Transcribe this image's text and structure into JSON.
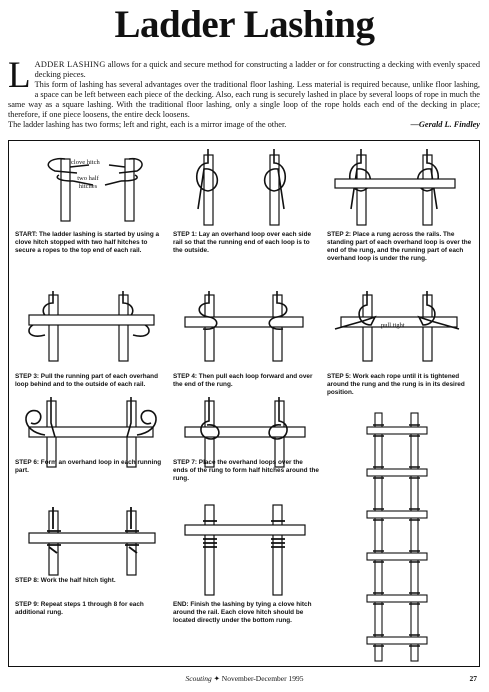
{
  "title": "Ladder Lashing",
  "intro": {
    "dropcap": "L",
    "lead_term": "ADDER LASHING",
    "p1_rest": " allows for a quick and secure method for constructing a ladder or for constructing a decking with evenly spaced decking pieces.",
    "p2": "This form of lashing has several advantages over the traditional floor lashing. Less material is required because, unlike floor lashing, a space can be left between each piece of the decking. Also, each rung is securely lashed in place by several loops of rope in much the same way as a square lashing. With the traditional floor lashing, only a single loop of the rope holds each end of the decking in place; therefore, if one piece loosens, the entire deck loosens.",
    "p3": "The ladder lashing has two forms; left and right, each is a mirror image of the other.",
    "byline": "—Gerald L. Findley"
  },
  "labels": {
    "clove_hitch": "clove hitch",
    "two_half_hitches": "two half hitches",
    "pull_tight": "pull tight"
  },
  "steps": {
    "start": "START: The ladder lashing is started by using a clove hitch stopped with two half hitches to secure a ropes to the top end of each rail.",
    "s1": "STEP 1: Lay an overhand loop over each side rail so that the running end of each loop is to the outside.",
    "s2": "STEP 2: Place a rung across the rails. The standing part of each overhand loop is over the end of the rung, and the running part of each overhand loop is under the rung.",
    "s3": "STEP 3: Pull the running part of each overhand loop behind and to the outside of each rail.",
    "s4": "STEP 4: Then pull each loop forward and over the end of the rung.",
    "s5": "STEP 5: Work each rope until it is tightened around the rung and the rung is in its desired position.",
    "s6": "STEP 6: Form an overhand loop in each running part.",
    "s7": "STEP 7: Place the overhand loops over the ends of the rung to form half hitches around the rung.",
    "s8": "STEP 8: Work the half hitch tight.",
    "s9": "STEP 9: Repeat steps 1 through 8 for each additional rung.",
    "end": "END: Finish the lashing by tying a clove hitch around the rail. Each clove hitch should be located directly under the bottom rung."
  },
  "footer": {
    "magazine": "Scouting",
    "separator": "✦",
    "issue": "November-December 1995",
    "page": "27"
  }
}
